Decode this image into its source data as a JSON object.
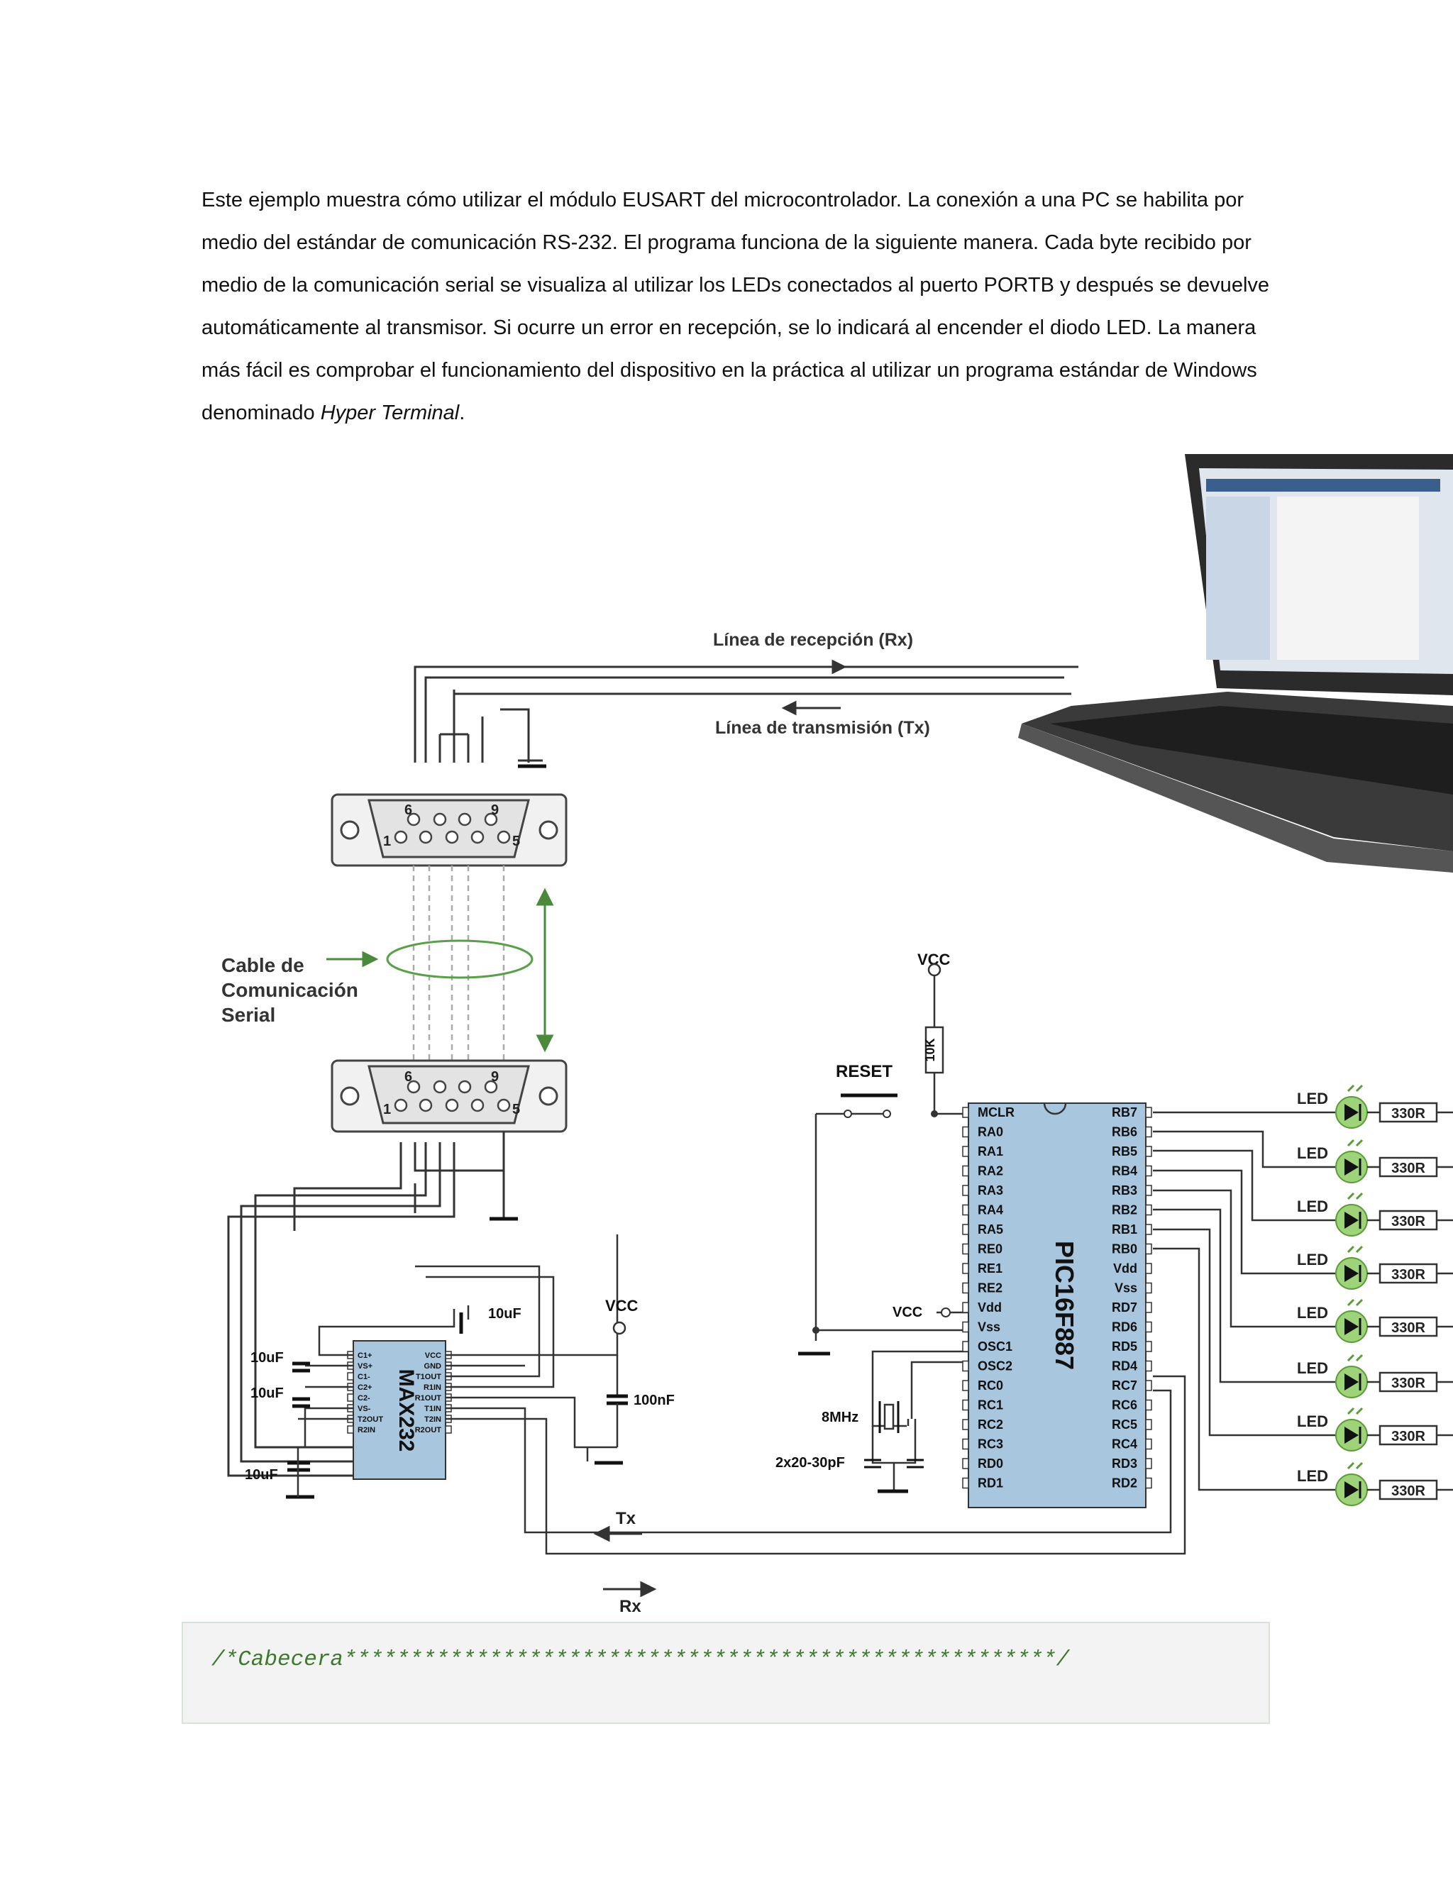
{
  "paragraph": {
    "text_before": "Este ejemplo muestra cómo utilizar el módulo EUSART del microcontrolador. La conexión a una PC se habilita por medio del estándar de comunicación RS-232. El programa funciona de la siguiente manera. Cada byte recibido por medio de la comunicación serial se visualiza al utilizar los LEDs conectados al puerto PORTB y después se devuelve automáticamente al transmisor. Si ocurre un error en recepción, se lo indicará al encender el diodo LED. La manera más fácil es comprobar el funcionamiento del dispositivo en la práctica al utilizar un programa estándar de Windows denominado ",
    "italic": "Hyper Terminal",
    "text_after": "."
  },
  "diagram": {
    "rx_line_label": "Línea de recepción (Rx)",
    "tx_line_label": "Línea de transmisión (Tx)",
    "cable_label_1": "Cable de",
    "cable_label_2": "Comunicación",
    "cable_label_3": "Serial",
    "db9_pin_6": "6",
    "db9_pin_9": "9",
    "db9_pin_1": "1",
    "db9_pin_5": "5",
    "max232": {
      "name": "MAX232",
      "left_pins": [
        "C1+",
        "VS+",
        "C1-",
        "C2+",
        "C2-",
        "VS-",
        "T2OUT",
        "R2IN"
      ],
      "right_pins": [
        "VCC",
        "GND",
        "T1OUT",
        "R1IN",
        "R1OUT",
        "T1IN",
        "T2IN",
        "R2OUT"
      ]
    },
    "cap_10uF": "10uF",
    "cap_100nF": "100nF",
    "vcc": "VCC",
    "reset": "RESET",
    "resistor_10k": "10K",
    "crystal": "8MHz",
    "crystal_caps": "2x20-30pF",
    "pic": {
      "name": "PIC16F887",
      "left_pins": [
        "MCLR",
        "RA0",
        "RA1",
        "RA2",
        "RA3",
        "RA4",
        "RA5",
        "RE0",
        "RE1",
        "RE2",
        "Vdd",
        "Vss",
        "OSC1",
        "OSC2",
        "RC0",
        "RC1",
        "RC2",
        "RC3",
        "RD0",
        "RD1"
      ],
      "right_pins": [
        "RB7",
        "RB6",
        "RB5",
        "RB4",
        "RB3",
        "RB2",
        "RB1",
        "RB0",
        "Vdd",
        "Vss",
        "RD7",
        "RD6",
        "RD5",
        "RD4",
        "RC7",
        "RC6",
        "RC5",
        "RC4",
        "RD3",
        "RD2"
      ]
    },
    "led_label": "LED",
    "resistor_330": "330R",
    "tx": "Tx",
    "rx": "Rx"
  },
  "code": {
    "line1": "/*Cabecera******************************************************/"
  }
}
